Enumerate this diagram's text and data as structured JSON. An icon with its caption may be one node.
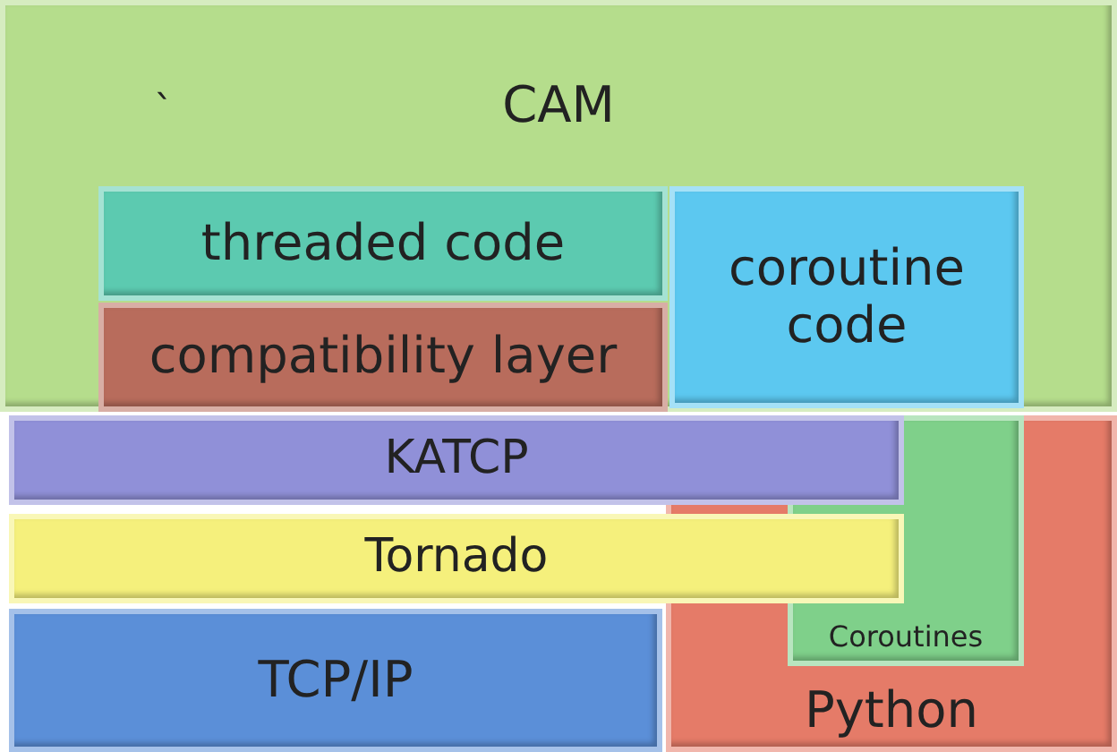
{
  "diagram": {
    "nodes": [
      {
        "text": [
          "CAM"
        ]
      },
      {
        "text": [
          "threaded code"
        ],
        "in": 0
      },
      {
        "text": [
          "compatibility layer"
        ],
        "in": 0
      },
      {
        "text": [
          "coroutine code"
        ],
        "in": 0
      },
      {
        "text": [
          "Python"
        ]
      },
      {
        "text": [
          "Coroutines"
        ],
        "in": 4
      },
      {
        "text": [
          "KATCP"
        ]
      },
      {
        "text": [
          "Tornado"
        ]
      },
      {
        "text": [
          "TCP/IP"
        ]
      }
    ],
    "labels": [
      "`"
    ]
  }
}
